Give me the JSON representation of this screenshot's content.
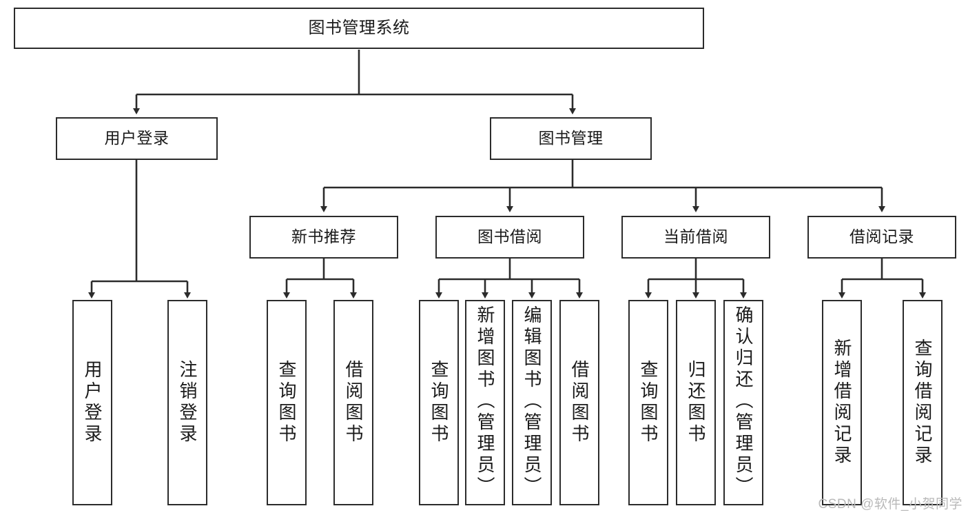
{
  "diagram": {
    "title": "图书管理系统",
    "type": "tree-hierarchy-chart",
    "watermark": "CSDN @软件_小贺同学",
    "colors": {
      "background": "#ffffff",
      "stroke": "#2b2b2b",
      "text": "#1a1a1a",
      "watermark": "#b9b9b9"
    },
    "nodes": {
      "root": {
        "label": "图书管理系统"
      },
      "level2": [
        {
          "label": "用户登录"
        },
        {
          "label": "图书管理"
        }
      ],
      "level3": [
        {
          "label": "新书推荐"
        },
        {
          "label": "图书借阅"
        },
        {
          "label": "当前借阅"
        },
        {
          "label": "借阅记录"
        }
      ],
      "leaves": {
        "user_login": [
          {
            "label": "用户登录"
          },
          {
            "label": "注销登录"
          }
        ],
        "new_book_recommend": [
          {
            "label": "查询图书"
          },
          {
            "label": "借阅图书"
          }
        ],
        "book_borrow": [
          {
            "label": "查询图书"
          },
          {
            "label": "新增图书（管理员）"
          },
          {
            "label": "编辑图书（管理员）"
          },
          {
            "label": "借阅图书"
          }
        ],
        "current_borrow": [
          {
            "label": "查询图书"
          },
          {
            "label": "归还图书"
          },
          {
            "label": "确认归还（管理员）"
          }
        ],
        "borrow_record": [
          {
            "label": "新增借阅记录"
          },
          {
            "label": "查询借阅记录"
          }
        ]
      }
    }
  }
}
